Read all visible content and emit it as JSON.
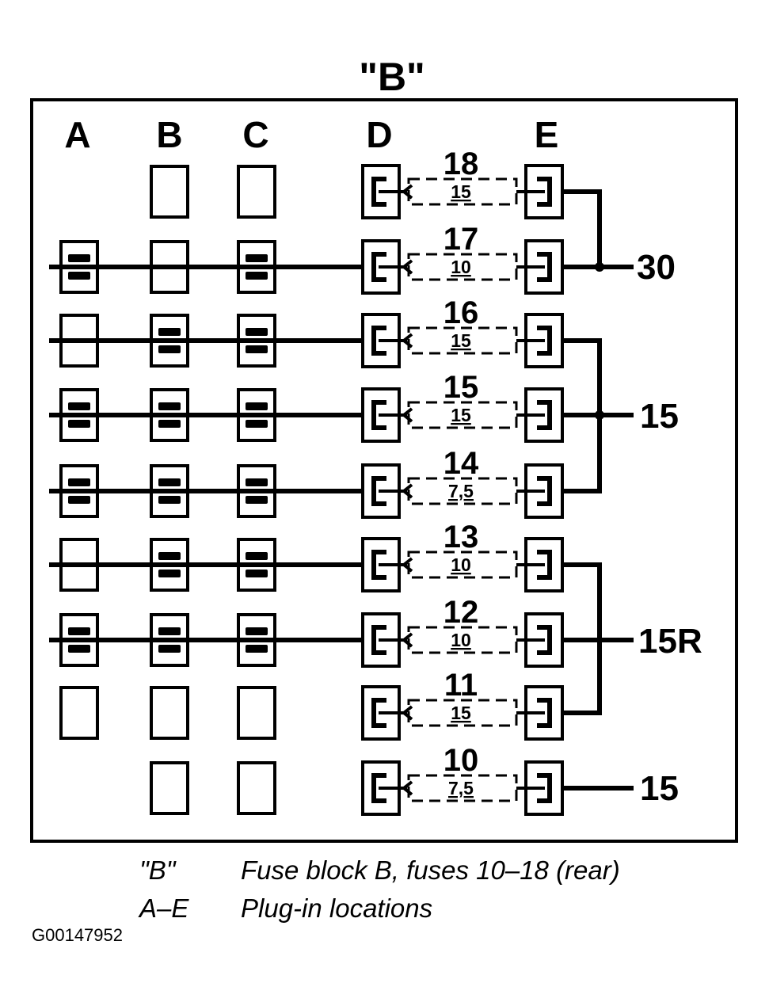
{
  "title": "\"B\"",
  "columns": [
    "A",
    "B",
    "C",
    "D",
    "E"
  ],
  "fuses": [
    {
      "number": "18",
      "amps": "15"
    },
    {
      "number": "17",
      "amps": "10"
    },
    {
      "number": "16",
      "amps": "15"
    },
    {
      "number": "15",
      "amps": "15"
    },
    {
      "number": "14",
      "amps": "7,5"
    },
    {
      "number": "13",
      "amps": "10"
    },
    {
      "number": "12",
      "amps": "10"
    },
    {
      "number": "11",
      "amps": "15"
    },
    {
      "number": "10",
      "amps": "7,5"
    }
  ],
  "terminals": [
    "30",
    "15",
    "15R",
    "15"
  ],
  "legend": [
    {
      "key": "\"B\"",
      "text": "Fuse block B, fuses 10–18 (rear)"
    },
    {
      "key": "A–E",
      "text": "Plug-in locations"
    }
  ],
  "image_code": "G00147952"
}
